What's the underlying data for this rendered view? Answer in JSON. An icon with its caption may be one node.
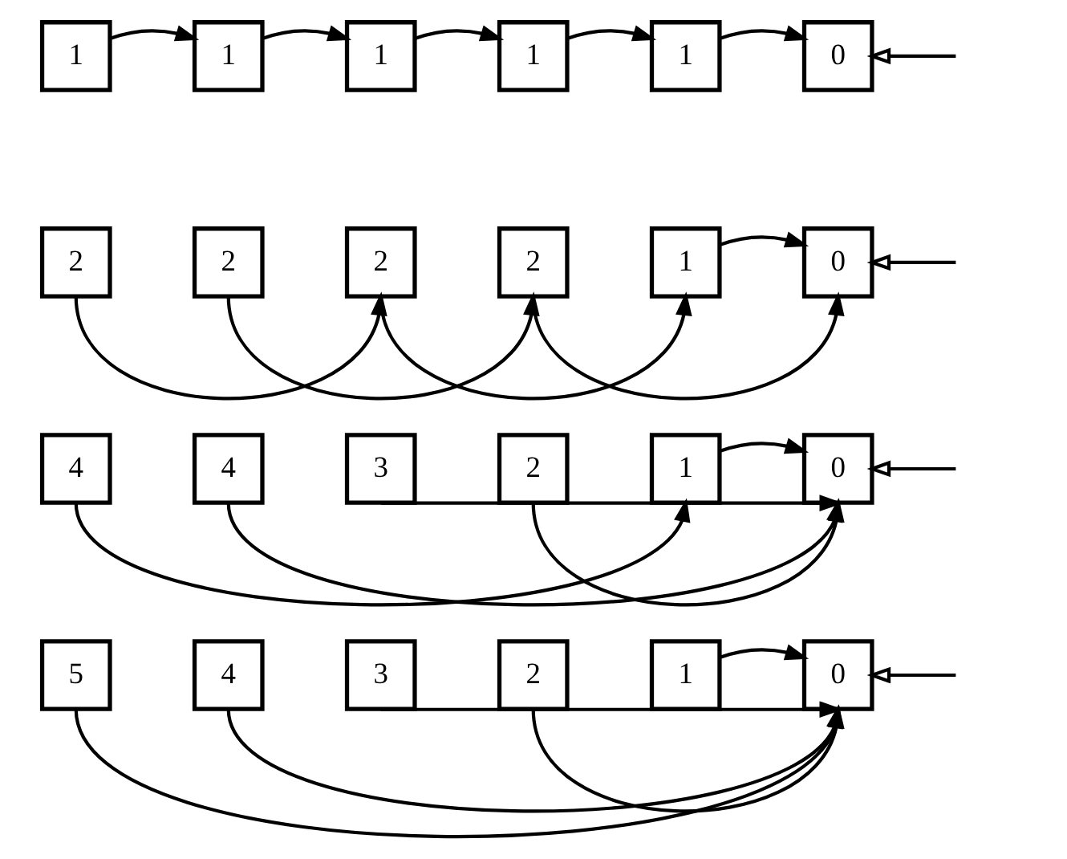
{
  "diagram": {
    "nodes": [
      {
        "text": [
          "1"
        ]
      },
      {
        "text": [
          "1"
        ]
      },
      {
        "text": [
          "1"
        ]
      },
      {
        "text": [
          "1"
        ]
      },
      {
        "text": [
          "1"
        ]
      },
      {
        "text": [
          "0"
        ]
      },
      {
        "text": [
          "2"
        ]
      },
      {
        "text": [
          "2"
        ]
      },
      {
        "text": [
          "2"
        ]
      },
      {
        "text": [
          "2"
        ]
      },
      {
        "text": [
          "1"
        ]
      },
      {
        "text": [
          "0"
        ]
      },
      {
        "text": [
          "4"
        ]
      },
      {
        "text": [
          "4"
        ]
      },
      {
        "text": [
          "3"
        ]
      },
      {
        "text": [
          "2"
        ]
      },
      {
        "text": [
          "1"
        ]
      },
      {
        "text": [
          "0"
        ]
      },
      {
        "text": [
          "5"
        ]
      },
      {
        "text": [
          "4"
        ]
      },
      {
        "text": [
          "3"
        ]
      },
      {
        "text": [
          "2"
        ]
      },
      {
        "text": [
          "1"
        ]
      },
      {
        "text": [
          "0"
        ]
      }
    ],
    "edges": [
      {
        "from": 0,
        "to": 1,
        "arrow": "to"
      },
      {
        "from": 1,
        "to": 2,
        "arrow": "to"
      },
      {
        "from": 2,
        "to": 3,
        "arrow": "to"
      },
      {
        "from": 3,
        "to": 4,
        "arrow": "to"
      },
      {
        "from": 4,
        "to": 5,
        "arrow": "to"
      },
      {
        "from": null,
        "to": 5,
        "arrow": "to"
      },
      {
        "from": 6,
        "to": 8,
        "arrow": "to"
      },
      {
        "from": 7,
        "to": 9,
        "arrow": "to"
      },
      {
        "from": 8,
        "to": 10,
        "arrow": "to"
      },
      {
        "from": 9,
        "to": 11,
        "arrow": "to"
      },
      {
        "from": 10,
        "to": 11,
        "arrow": "to"
      },
      {
        "from": null,
        "to": 11,
        "arrow": "to"
      },
      {
        "from": 12,
        "to": 16,
        "arrow": "to"
      },
      {
        "from": 13,
        "to": 17,
        "arrow": "to"
      },
      {
        "from": 14,
        "to": 17,
        "arrow": "to"
      },
      {
        "from": 15,
        "to": 17,
        "arrow": "to"
      },
      {
        "from": 16,
        "to": 17,
        "arrow": "to"
      },
      {
        "from": null,
        "to": 17,
        "arrow": "to"
      },
      {
        "from": 18,
        "to": 23,
        "arrow": "to"
      },
      {
        "from": 19,
        "to": 23,
        "arrow": "to"
      },
      {
        "from": 20,
        "to": 23,
        "arrow": "to"
      },
      {
        "from": 21,
        "to": 23,
        "arrow": "to"
      },
      {
        "from": 22,
        "to": 23,
        "arrow": "to"
      },
      {
        "from": null,
        "to": 23,
        "arrow": "to"
      }
    ]
  }
}
